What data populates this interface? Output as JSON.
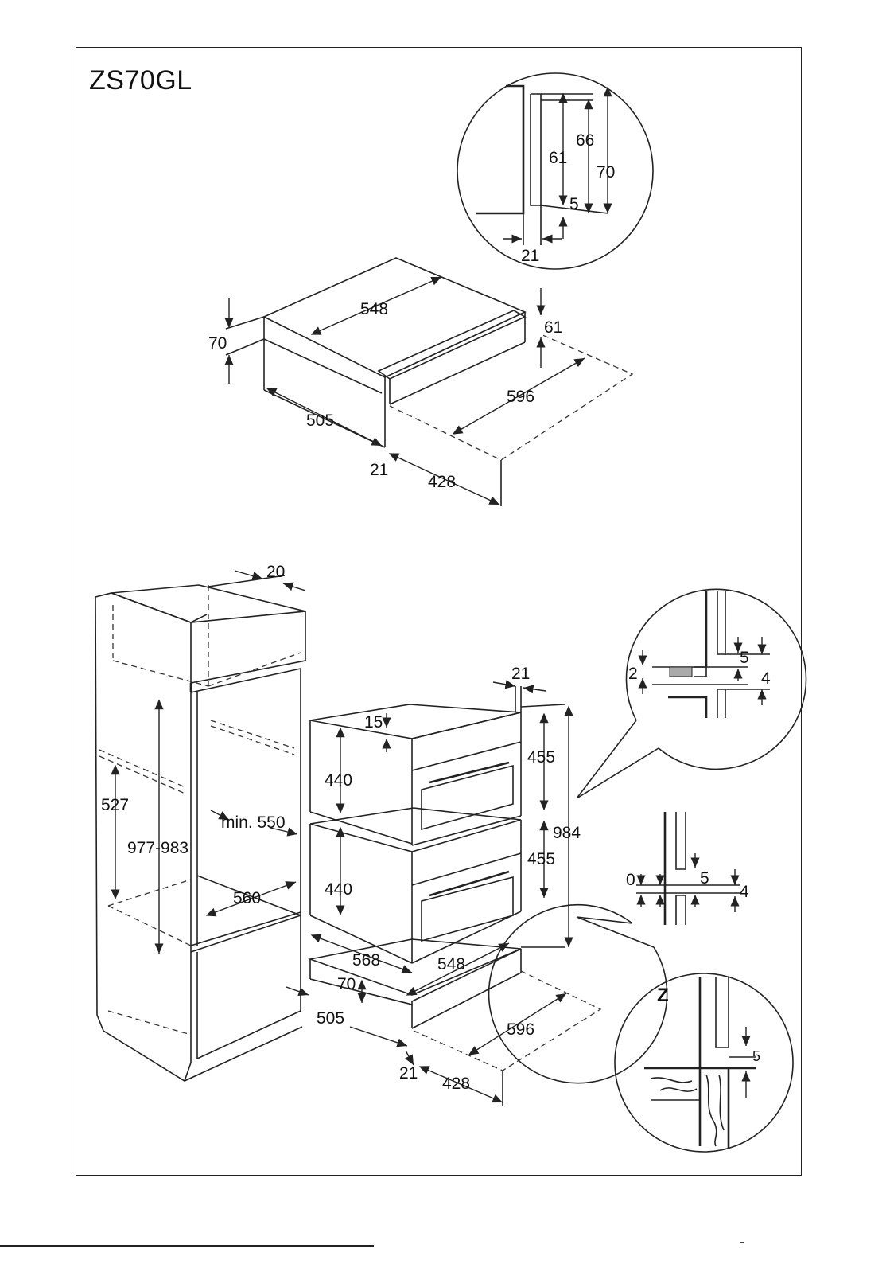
{
  "title": "ZS70GL",
  "detail_top": {
    "labels": [
      "61",
      "66",
      "70",
      "5",
      "21"
    ]
  },
  "drawer_top": {
    "labels": [
      "548",
      "70",
      "61",
      "596",
      "505",
      "21",
      "428"
    ]
  },
  "cabinet": {
    "labels": [
      "20",
      "527",
      "977-983",
      "min. 550",
      "560",
      "505"
    ]
  },
  "stack": {
    "labels": [
      "21",
      "15",
      "455",
      "440",
      "984",
      "455",
      "440",
      "568",
      "548",
      "70",
      "596",
      "21",
      "428"
    ]
  },
  "detail_mid1": {
    "labels": [
      "2",
      "5",
      "4"
    ]
  },
  "detail_mid2": {
    "labels": [
      "0",
      "5",
      "4"
    ]
  },
  "detail_z": {
    "letter": "Z",
    "labels": [
      "5"
    ]
  }
}
